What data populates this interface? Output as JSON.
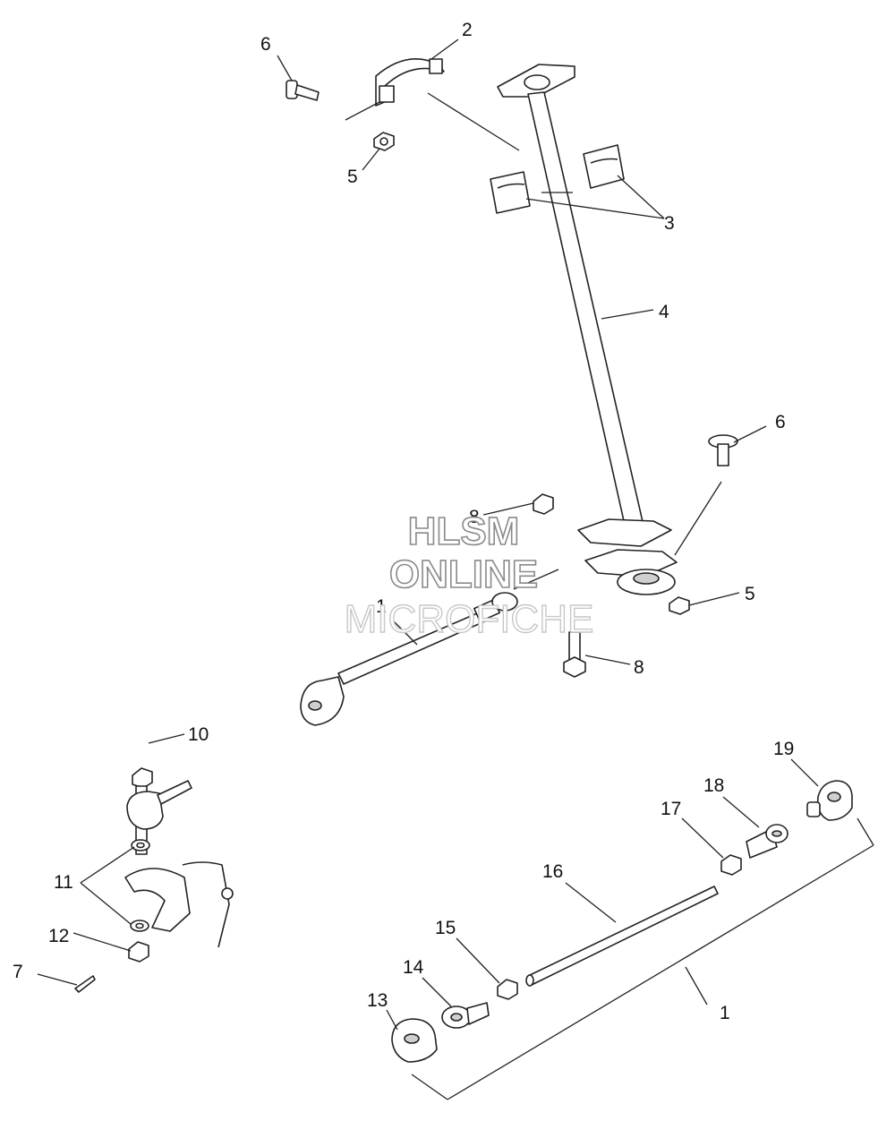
{
  "callouts": {
    "c1a": "1",
    "c1b": "1",
    "c2": "2",
    "c3": "3",
    "c4": "4",
    "c5a": "5",
    "c5b": "5",
    "c6a": "6",
    "c6b": "6",
    "c7": "7",
    "c8a": "8",
    "c8b": "8",
    "c10": "10",
    "c11": "11",
    "c12": "12",
    "c13": "13",
    "c14": "14",
    "c15": "15",
    "c16": "16",
    "c17": "17",
    "c18": "18",
    "c19": "19"
  },
  "watermark": {
    "line1": "HLSM",
    "line2": "ONLINE",
    "line3": "MICROFICHE"
  }
}
